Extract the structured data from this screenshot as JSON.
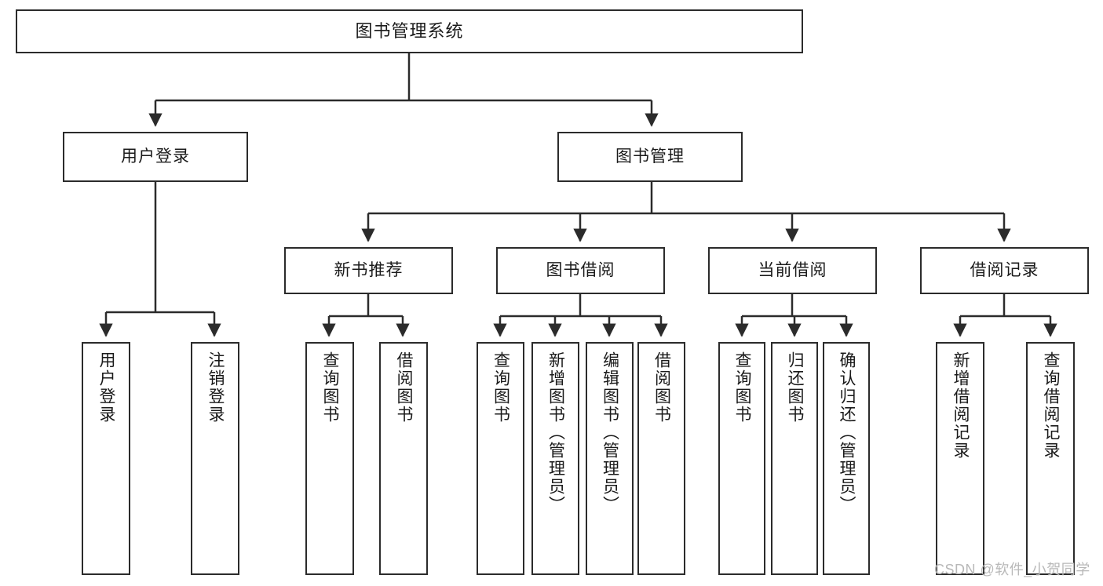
{
  "diagram": {
    "title_node": {
      "id": "root",
      "label": "图书管理系统"
    },
    "level2": [
      {
        "id": "user-login",
        "label": "用户登录"
      },
      {
        "id": "book-manage",
        "label": "图书管理"
      }
    ],
    "level3": [
      {
        "id": "new-book-recommend",
        "label": "新书推荐"
      },
      {
        "id": "book-borrow",
        "label": "图书借阅"
      },
      {
        "id": "current-borrow",
        "label": "当前借阅"
      },
      {
        "id": "borrow-record",
        "label": "借阅记录"
      }
    ],
    "leaves": [
      {
        "id": "leaf-user-login",
        "label": "用户登录",
        "parent": "user-login"
      },
      {
        "id": "leaf-logout-login",
        "label": "注销登录",
        "parent": "user-login"
      },
      {
        "id": "leaf-query-book-1",
        "label": "查询图书",
        "parent": "new-book-recommend"
      },
      {
        "id": "leaf-borrow-book-1",
        "label": "借阅图书",
        "parent": "new-book-recommend"
      },
      {
        "id": "leaf-query-book-2",
        "label": "查询图书",
        "parent": "book-borrow"
      },
      {
        "id": "leaf-add-book",
        "label": "新增图书（管理员）",
        "parent": "book-borrow"
      },
      {
        "id": "leaf-edit-book",
        "label": "编辑图书（管理员）",
        "parent": "book-borrow"
      },
      {
        "id": "leaf-borrow-book-2",
        "label": "借阅图书",
        "parent": "book-borrow"
      },
      {
        "id": "leaf-query-book-3",
        "label": "查询图书",
        "parent": "current-borrow"
      },
      {
        "id": "leaf-return-book",
        "label": "归还图书",
        "parent": "current-borrow"
      },
      {
        "id": "leaf-confirm-return",
        "label": "确认归还（管理员）",
        "parent": "current-borrow"
      },
      {
        "id": "leaf-add-record",
        "label": "新增借阅记录",
        "parent": "borrow-record"
      },
      {
        "id": "leaf-query-record",
        "label": "查询借阅记录",
        "parent": "borrow-record"
      }
    ],
    "watermark": "CSDN @软件_小贺同学",
    "colors": {
      "border": "#2b2b2b",
      "text": "#1a1a1a",
      "background": "#ffffff",
      "watermark": "#b8b8b8"
    }
  }
}
